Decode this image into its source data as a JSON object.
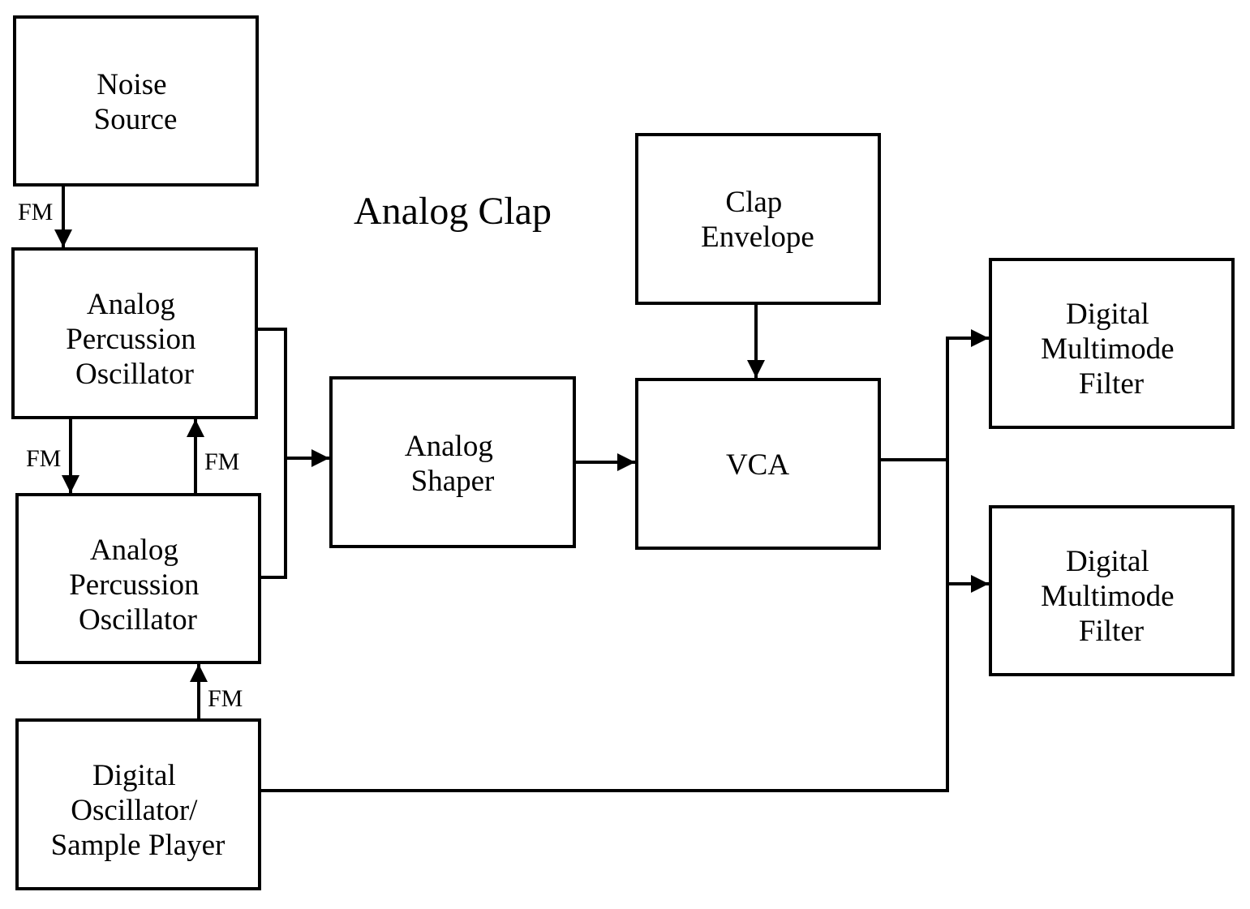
{
  "title": "Analog Clap",
  "blocks": {
    "noise_source": [
      "Noise",
      "Source"
    ],
    "perc_osc_1": [
      "Analog",
      "Percussion",
      "Oscillator"
    ],
    "perc_osc_2": [
      "Analog",
      "Percussion",
      "Oscillator"
    ],
    "digital_osc": [
      "Digital",
      "Oscillator/",
      "Sample Player"
    ],
    "analog_shaper": [
      "Analog",
      "Shaper"
    ],
    "clap_envelope": [
      "Clap",
      "Envelope"
    ],
    "vca": [
      "VCA"
    ],
    "filter_1": [
      "Digital",
      "Multimode",
      "Filter"
    ],
    "filter_2": [
      "Digital",
      "Multimode",
      "Filter"
    ]
  },
  "fm_label": "FM",
  "connections": [
    {
      "from": "noise_source",
      "to": "perc_osc_1",
      "label": "FM"
    },
    {
      "from": "perc_osc_1",
      "to": "perc_osc_2",
      "label": "FM"
    },
    {
      "from": "perc_osc_2",
      "to": "perc_osc_1",
      "label": "FM"
    },
    {
      "from": "digital_osc",
      "to": "perc_osc_2",
      "label": "FM"
    },
    {
      "from": "perc_osc_1",
      "to": "analog_shaper",
      "label": ""
    },
    {
      "from": "perc_osc_2",
      "to": "analog_shaper",
      "label": ""
    },
    {
      "from": "analog_shaper",
      "to": "vca",
      "label": ""
    },
    {
      "from": "clap_envelope",
      "to": "vca",
      "label": ""
    },
    {
      "from": "vca",
      "to": "filter_1",
      "label": ""
    },
    {
      "from": "vca",
      "to": "filter_2",
      "label": ""
    },
    {
      "from": "digital_osc",
      "to": "filter_1",
      "label": ""
    },
    {
      "from": "digital_osc",
      "to": "filter_2",
      "label": ""
    }
  ]
}
